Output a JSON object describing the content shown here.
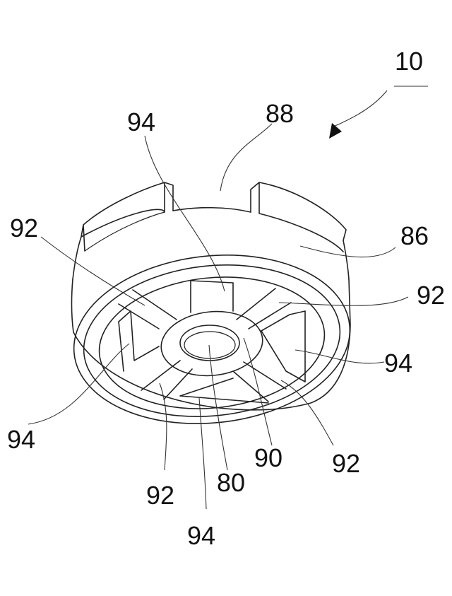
{
  "figure": {
    "assembly_label": "10",
    "labels": {
      "top_94": "94",
      "top_88": "88",
      "left_92": "92",
      "right_86": "86",
      "right_92": "92",
      "right_94": "94",
      "left_94": "94",
      "lower_92": "92",
      "center_90": "90",
      "center_80": "80",
      "bottom_92": "92",
      "bottom_94": "94"
    }
  }
}
